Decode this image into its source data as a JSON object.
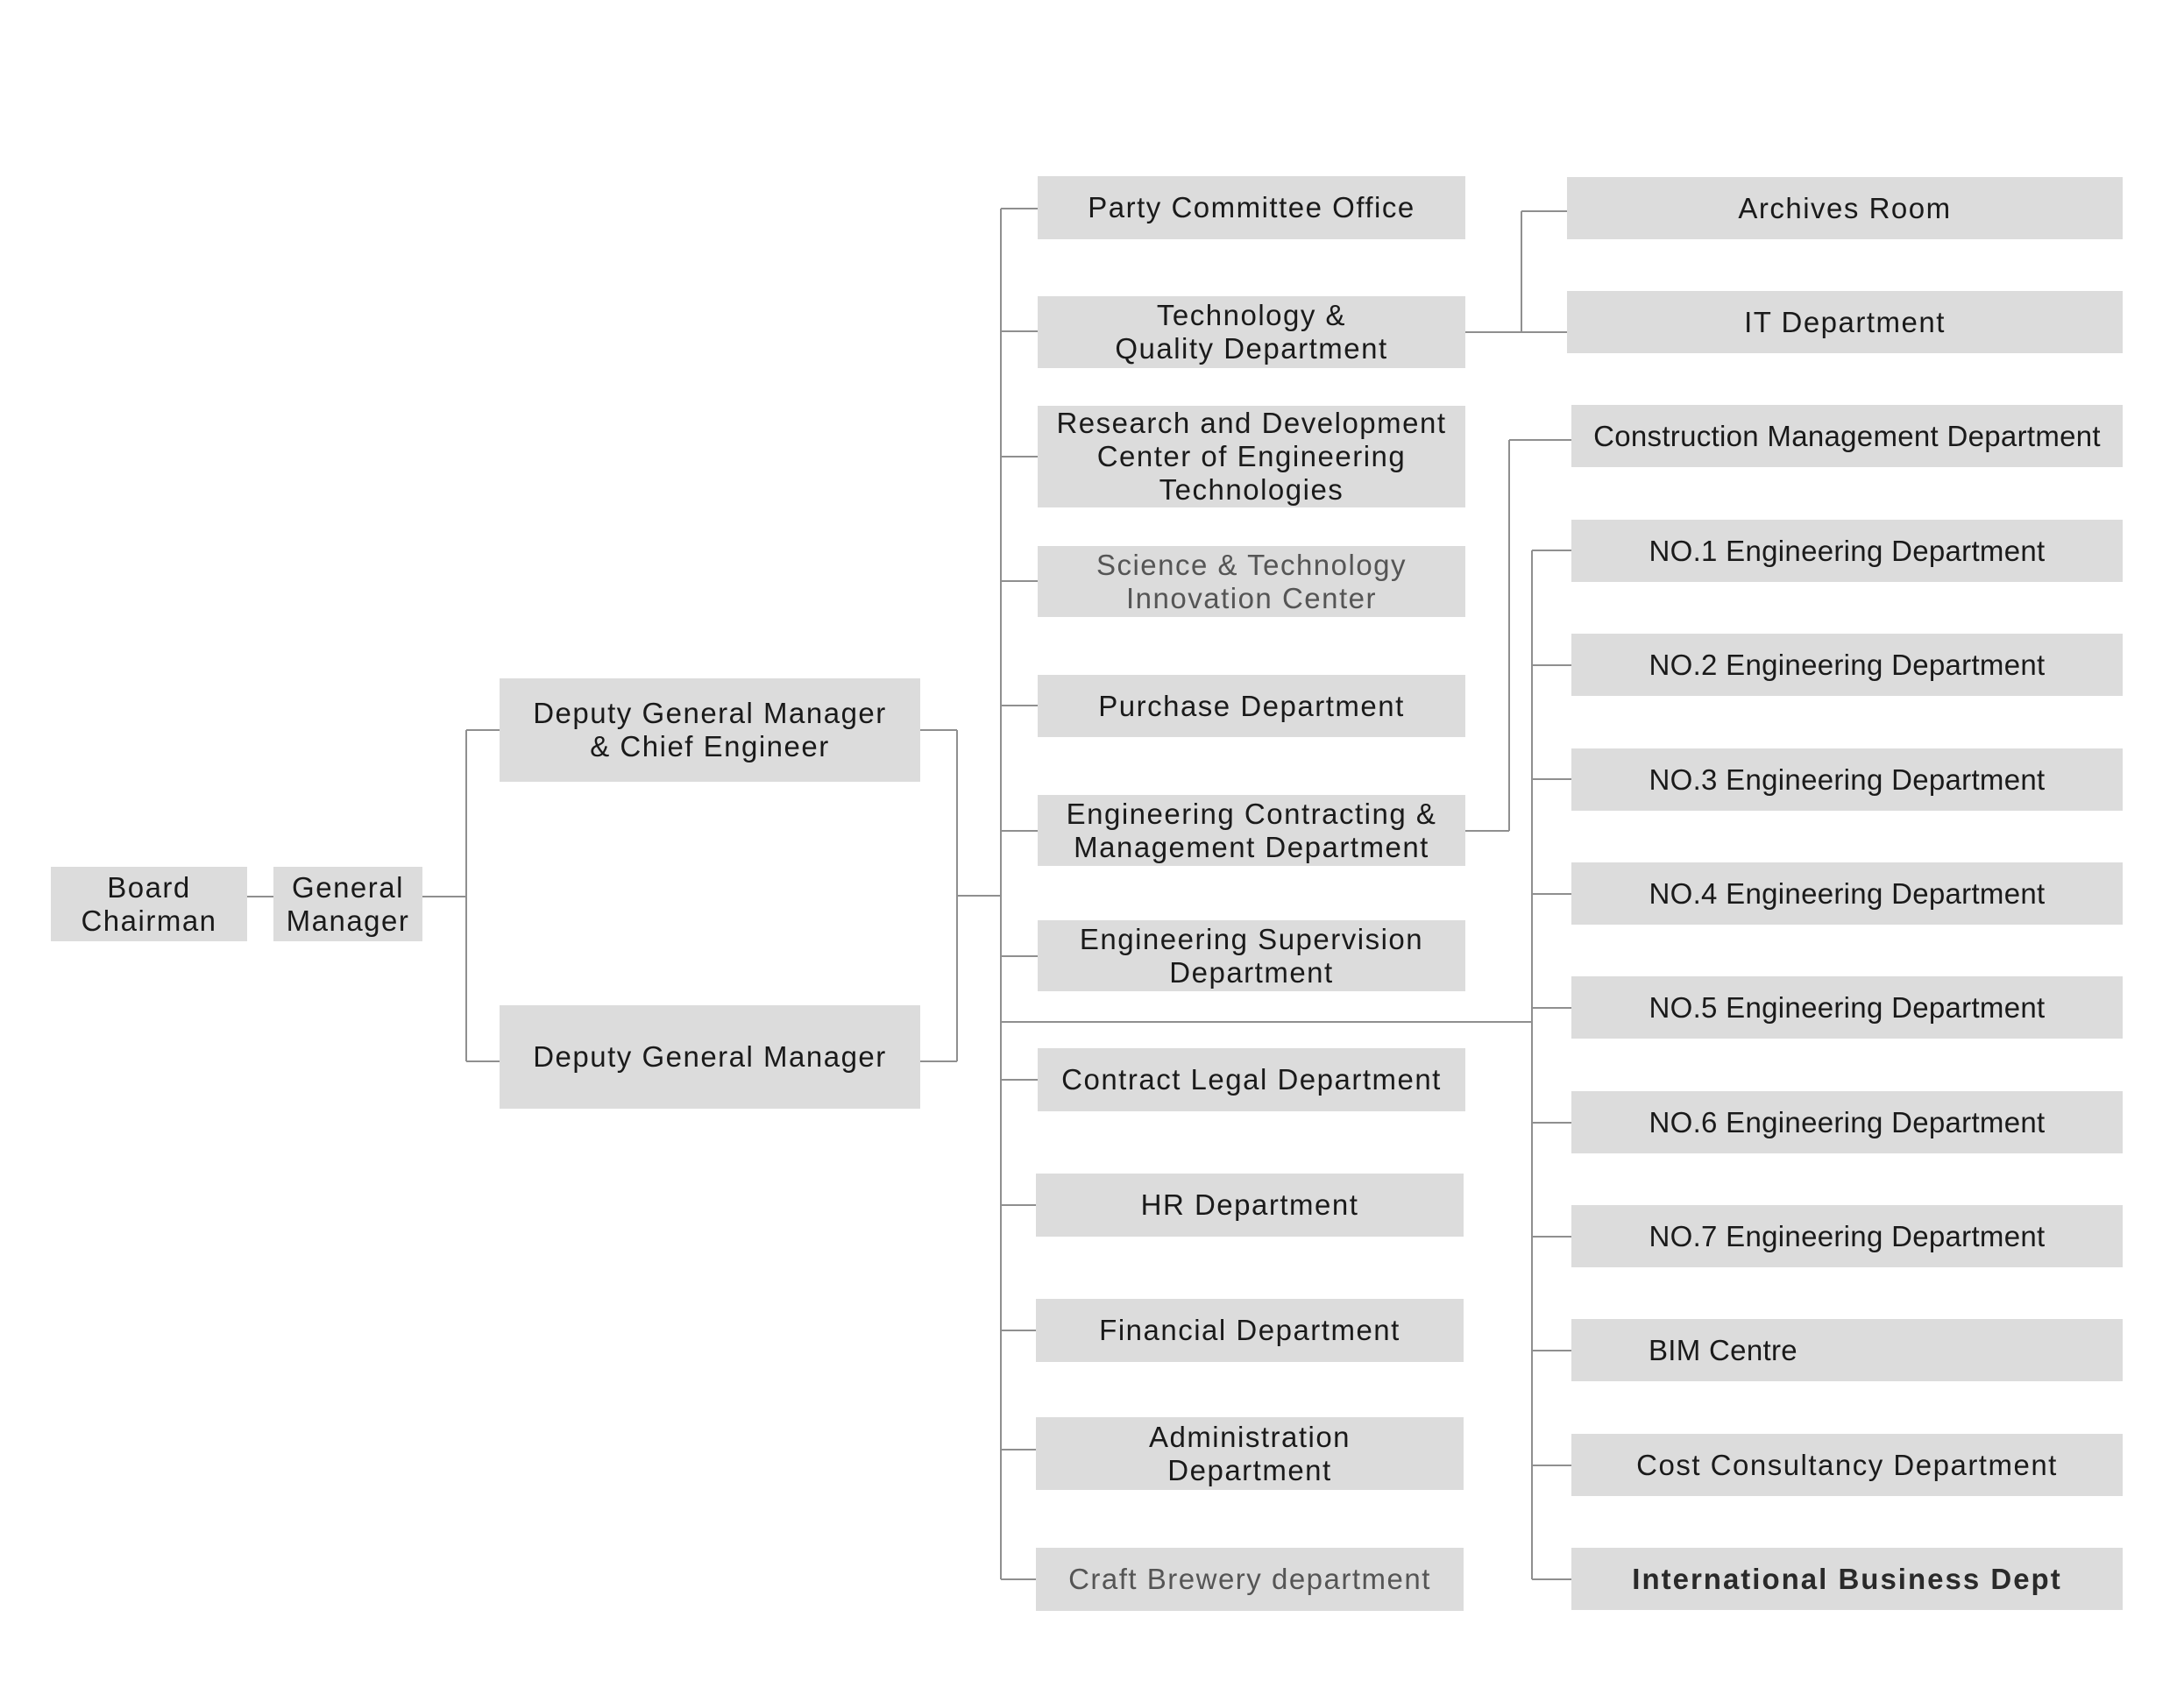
{
  "root": {
    "board_chairman": "Board\nChairman",
    "general_manager": "General\nManager"
  },
  "deputies": {
    "deputy_chief": "Deputy General Manager\n& Chief Engineer",
    "deputy": "Deputy General Manager"
  },
  "departments": {
    "party_committee": "Party Committee Office",
    "tech_quality": "Technology &\nQuality Department",
    "rd_center": "Research and Development\nCenter of Engineering\nTechnologies",
    "innovation_center": "Science & Technology\nInnovation Center",
    "purchase": "Purchase Department",
    "contracting_mgmt": "Engineering Contracting &\nManagement Department",
    "supervision": "Engineering Supervision\nDepartment",
    "contract_legal": "Contract Legal Department",
    "hr": "HR Department",
    "financial": "Financial Department",
    "administration": "Administration\nDepartment",
    "craft_brewery": "Craft Brewery department"
  },
  "sub_units": {
    "archives": "Archives Room",
    "it": "IT Department",
    "construction_mgmt": "Construction Management Department",
    "eng1": "NO.1 Engineering Department",
    "eng2": "NO.2 Engineering Department",
    "eng3": "NO.3 Engineering Department",
    "eng4": "NO.4 Engineering Department",
    "eng5": "NO.5 Engineering Department",
    "eng6": "NO.6 Engineering Department",
    "eng7": "NO.7 Engineering Department",
    "bim": "BIM Centre",
    "cost_consultancy": "Cost Consultancy Department",
    "international": "International Business Dept"
  }
}
